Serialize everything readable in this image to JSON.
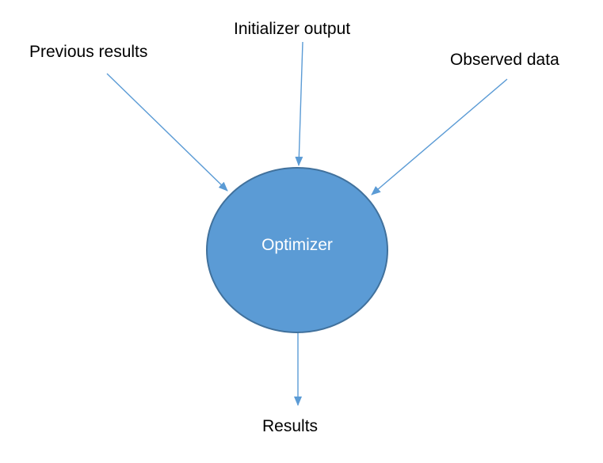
{
  "diagram": {
    "type": "flow-diagram",
    "labels": {
      "previous_results": "Previous results",
      "initializer_output": "Initializer output",
      "observed_data": "Observed data",
      "results": "Results"
    },
    "nodes": [
      {
        "id": "optimizer",
        "label": "Optimizer",
        "shape": "ellipse"
      }
    ],
    "edges": [
      {
        "from": "previous_results",
        "to": "optimizer",
        "direction": "arrow"
      },
      {
        "from": "initializer_output",
        "to": "optimizer",
        "direction": "arrow"
      },
      {
        "from": "observed_data",
        "to": "optimizer",
        "direction": "arrow"
      },
      {
        "from": "optimizer",
        "to": "results",
        "direction": "arrow"
      }
    ]
  },
  "colors": {
    "background": "#ffffff",
    "text": "#000000",
    "node-fill": "#5b9bd5",
    "node-stroke": "#41719c",
    "node-text": "#ffffff",
    "arrow": "#5b9bd5"
  }
}
